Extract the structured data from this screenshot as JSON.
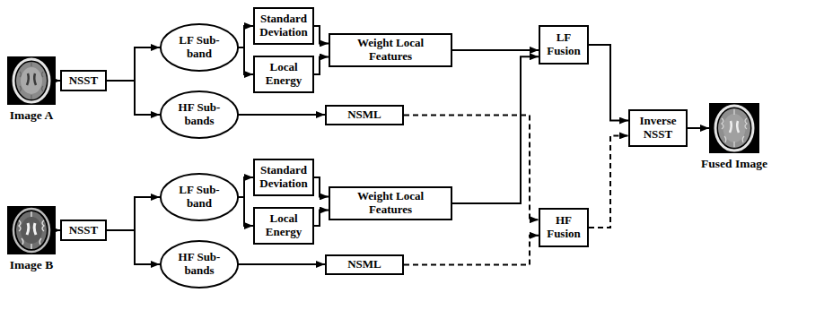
{
  "diagram": {
    "nodes": [
      {
        "text": [
          "Image A"
        ]
      },
      {
        "text": [
          "NSST"
        ]
      },
      {
        "text": [
          "LF Sub-band"
        ]
      },
      {
        "text": [
          "HF Sub-bands"
        ]
      },
      {
        "text": [
          "Standard Deviation"
        ]
      },
      {
        "text": [
          "Local Energy"
        ]
      },
      {
        "text": [
          "Weight Local Features"
        ]
      },
      {
        "text": [
          "NSML"
        ]
      },
      {
        "text": [
          "LF Fusion"
        ]
      },
      {
        "text": [
          "Inverse NSST"
        ]
      },
      {
        "text": [
          "Fused Image"
        ]
      },
      {
        "text": [
          "Image B"
        ]
      },
      {
        "text": [
          "NSST"
        ]
      },
      {
        "text": [
          "LF Sub-band"
        ]
      },
      {
        "text": [
          "HF Sub-bands"
        ]
      },
      {
        "text": [
          "Standard Deviation"
        ]
      },
      {
        "text": [
          "Local Energy"
        ]
      },
      {
        "text": [
          "Weight Local Features"
        ]
      },
      {
        "text": [
          "NSML"
        ]
      },
      {
        "text": [
          "HF Fusion"
        ]
      }
    ],
    "edges": [
      {
        "from": 0,
        "to": 1,
        "arrow": "to"
      },
      {
        "from": 1,
        "to": 2,
        "arrow": "to"
      },
      {
        "from": 1,
        "to": 3,
        "arrow": "to"
      },
      {
        "from": 2,
        "to": 4,
        "arrow": "to"
      },
      {
        "from": 2,
        "to": 5,
        "arrow": "to"
      },
      {
        "from": 4,
        "to": 6,
        "arrow": "to"
      },
      {
        "from": 5,
        "to": 6,
        "arrow": "to"
      },
      {
        "from": 6,
        "to": 8,
        "arrow": "to"
      },
      {
        "from": 3,
        "to": 7,
        "arrow": "to"
      },
      {
        "from": 7,
        "to": 19,
        "arrow": "to"
      },
      {
        "from": 8,
        "to": 9,
        "arrow": "to"
      },
      {
        "from": 9,
        "to": 10,
        "arrow": "to"
      },
      {
        "from": 19,
        "to": 9,
        "arrow": "to"
      },
      {
        "from": 11,
        "to": 12,
        "arrow": "to"
      },
      {
        "from": 12,
        "to": 13,
        "arrow": "to"
      },
      {
        "from": 12,
        "to": 14,
        "arrow": "to"
      },
      {
        "from": 13,
        "to": 15,
        "arrow": "to"
      },
      {
        "from": 13,
        "to": 16,
        "arrow": "to"
      },
      {
        "from": 15,
        "to": 17,
        "arrow": "to"
      },
      {
        "from": 16,
        "to": 17,
        "arrow": "to"
      },
      {
        "from": 17,
        "to": 8,
        "arrow": "to"
      },
      {
        "from": 14,
        "to": 18,
        "arrow": "to"
      },
      {
        "from": 18,
        "to": 19,
        "arrow": "to"
      }
    ]
  }
}
